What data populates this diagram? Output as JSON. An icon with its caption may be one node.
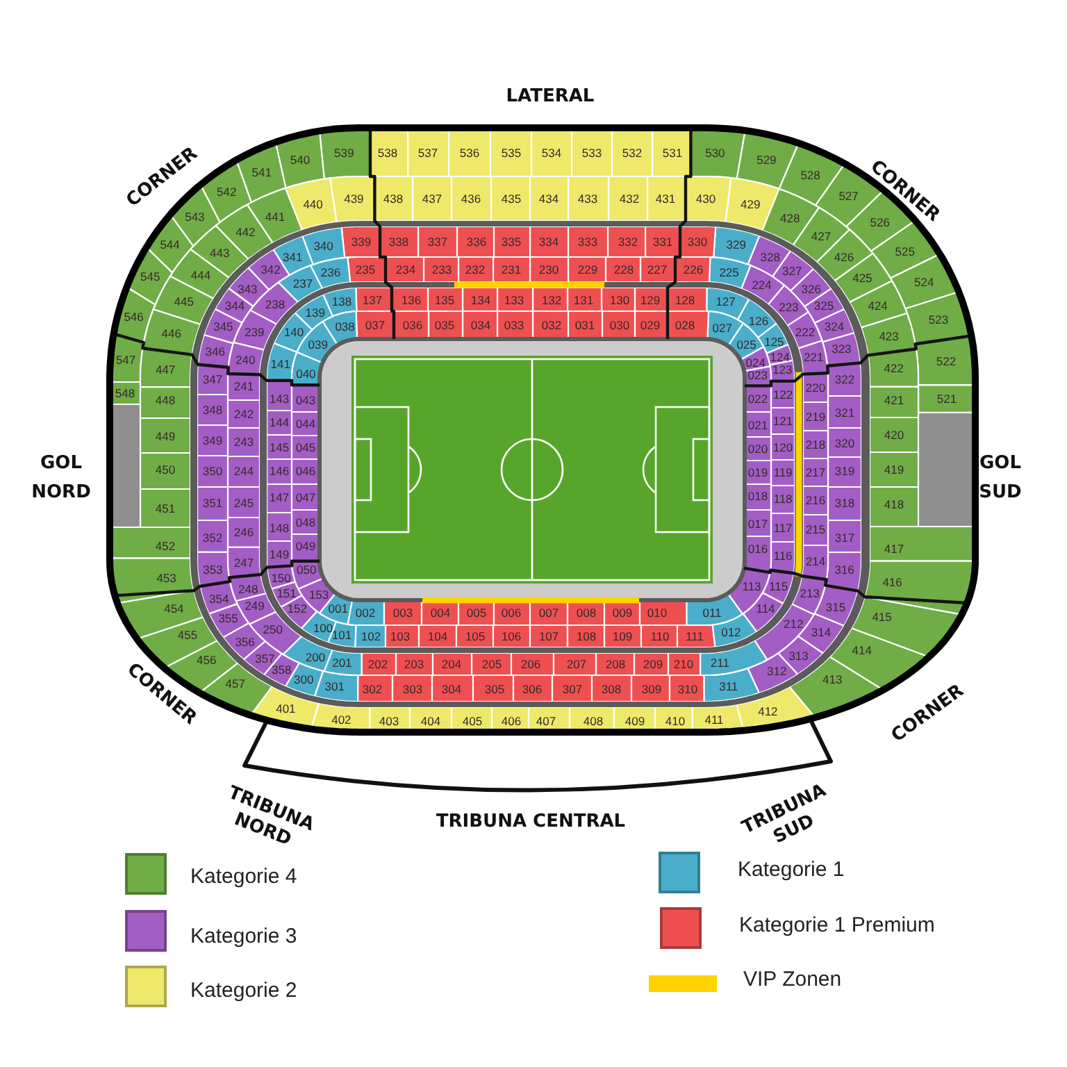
{
  "diagram": {
    "labels": [
      "LATERAL",
      "CORNER",
      "CORNER",
      "521",
      "522",
      "523",
      "524",
      "525",
      "526",
      "527",
      "528",
      "529",
      "530",
      "531",
      "532",
      "533",
      "534",
      "535",
      "536",
      "537",
      "538",
      "539",
      "540",
      "541",
      "542",
      "543",
      "544",
      "545",
      "546",
      "547",
      "548",
      "401",
      "402",
      "403",
      "404",
      "405",
      "406",
      "407",
      "408",
      "409",
      "410",
      "411",
      "412",
      "413",
      "414",
      "415",
      "416",
      "417",
      "418",
      "419",
      "420",
      "421",
      "422",
      "423",
      "424",
      "425",
      "426",
      "427",
      "428",
      "429",
      "430",
      "431",
      "432",
      "433",
      "434",
      "435",
      "436",
      "437",
      "438",
      "439",
      "440",
      "441",
      "442",
      "443",
      "444",
      "445",
      "446",
      "447",
      "448",
      "449",
      "450",
      "451",
      "452",
      "453",
      "454",
      "455",
      "456",
      "457",
      "300",
      "301",
      "302",
      "303",
      "304",
      "305",
      "306",
      "307",
      "308",
      "309",
      "310",
      "311",
      "312",
      "313",
      "314",
      "315",
      "316",
      "317",
      "318",
      "319",
      "320",
      "321",
      "322",
      "323",
      "324",
      "325",
      "326",
      "327",
      "328",
      "329",
      "330",
      "331",
      "332",
      "333",
      "334",
      "335",
      "336",
      "337",
      "338",
      "339",
      "340",
      "341",
      "342",
      "343",
      "344",
      "345",
      "346",
      "347",
      "348",
      "349",
      "350",
      "351",
      "352",
      "353",
      "354",
      "355",
      "356",
      "357",
      "358",
      "200",
      "201",
      "202",
      "203",
      "204",
      "205",
      "206",
      "207",
      "208",
      "209",
      "210",
      "211",
      "212",
      "213",
      "214",
      "215",
      "216",
      "217",
      "218",
      "219",
      "220",
      "221",
      "222",
      "223",
      "224",
      "225",
      "226",
      "227",
      "228",
      "229",
      "230",
      "231",
      "232",
      "233",
      "234",
      "235",
      "236",
      "237",
      "238",
      "239",
      "240",
      "241",
      "242",
      "243",
      "244",
      "245",
      "246",
      "247",
      "248",
      "249",
      "250",
      "100",
      "101",
      "102",
      "103",
      "104",
      "105",
      "106",
      "107",
      "108",
      "109",
      "110",
      "111",
      "113",
      "114",
      "115",
      "116",
      "117",
      "118",
      "119",
      "120",
      "121",
      "122",
      "123",
      "124",
      "125",
      "126",
      "127",
      "128",
      "129",
      "130",
      "131",
      "132",
      "133",
      "134",
      "135",
      "136",
      "137",
      "138",
      "139",
      "140",
      "141",
      "143",
      "144",
      "145",
      "146",
      "147",
      "148",
      "149",
      "150",
      "151",
      "152",
      "153",
      "001",
      "002",
      "003",
      "004",
      "005",
      "006",
      "007",
      "008",
      "009",
      "010",
      "011",
      "012",
      "016",
      "017",
      "018",
      "019",
      "020",
      "021",
      "022",
      "023",
      "024",
      "025",
      "027",
      "028",
      "029",
      "030",
      "031",
      "032",
      "033",
      "034",
      "035",
      "036",
      "037",
      "038",
      "039",
      "040",
      "043",
      "044",
      "045",
      "046",
      "047",
      "048",
      "049",
      "050",
      "GOL NORD",
      "GOL SUD",
      "CORNER",
      "CORNER",
      "TRIBUNA NORD",
      "TRIBUNA CENTRAL",
      "TRIBUNA SUD"
    ],
    "legend": [
      {
        "text": "Kategorie 4",
        "color": "#70ad47"
      },
      {
        "text": "Kategorie 3",
        "color": "#a35ec5"
      },
      {
        "text": "Kategorie 2",
        "color": "#efe96b"
      },
      {
        "text": "Kategorie 1",
        "color": "#4aaecb"
      },
      {
        "text": "Kategorie 1 Premium",
        "color": "#ee5052"
      },
      {
        "text": "VIP Zonen",
        "color": "#ffd200"
      }
    ]
  }
}
